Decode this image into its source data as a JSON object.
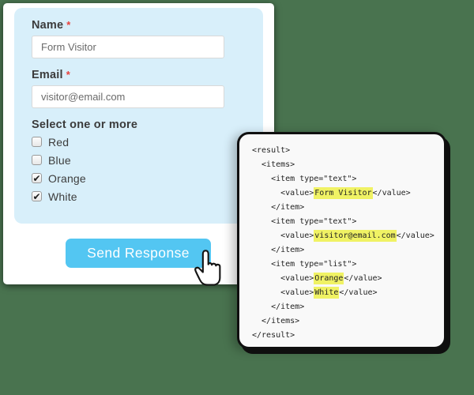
{
  "canvas": {
    "background_color": "#49734f"
  },
  "form": {
    "required_marker": "*",
    "fields": [
      {
        "label": "Name",
        "value": "Form Visitor"
      },
      {
        "label": "Email",
        "value": "visitor@email.com"
      }
    ],
    "checkbox_group": {
      "label": "Select one or more",
      "options": [
        {
          "label": "Red",
          "checked": false
        },
        {
          "label": "Blue",
          "checked": false
        },
        {
          "label": "Orange",
          "checked": true
        },
        {
          "label": "White",
          "checked": true
        }
      ]
    },
    "submit_label": "Send Response",
    "colors": {
      "panel": "#d8effa",
      "button": "#53c6f2",
      "asterisk": "#e8413c"
    }
  },
  "icons": {
    "cursor": "hand-pointer-icon",
    "checkmark": "✔"
  },
  "code_panel": {
    "highlight_color": "#f0f264",
    "lines": [
      {
        "segments": [
          {
            "t": "<result>"
          }
        ]
      },
      {
        "segments": [
          {
            "t": "  <items>"
          }
        ]
      },
      {
        "segments": [
          {
            "t": "    <item type=\"text\">"
          }
        ]
      },
      {
        "segments": [
          {
            "t": "      <value>"
          },
          {
            "t": "Form Visitor",
            "h": true
          },
          {
            "t": "</value>"
          }
        ]
      },
      {
        "segments": [
          {
            "t": "    </item>"
          }
        ]
      },
      {
        "segments": [
          {
            "t": "    <item type=\"text\">"
          }
        ]
      },
      {
        "segments": [
          {
            "t": "      <value>"
          },
          {
            "t": "visitor@email.com",
            "h": true
          },
          {
            "t": "</value>"
          }
        ]
      },
      {
        "segments": [
          {
            "t": "    </item>"
          }
        ]
      },
      {
        "segments": [
          {
            "t": "    <item type=\"list\">"
          }
        ]
      },
      {
        "segments": [
          {
            "t": "      <value>"
          },
          {
            "t": "Orange",
            "h": true
          },
          {
            "t": "</value>"
          }
        ]
      },
      {
        "segments": [
          {
            "t": "      <value>"
          },
          {
            "t": "White",
            "h": true
          },
          {
            "t": "</value>"
          }
        ]
      },
      {
        "segments": [
          {
            "t": "    </item>"
          }
        ]
      },
      {
        "segments": [
          {
            "t": "  </items>"
          }
        ]
      },
      {
        "segments": [
          {
            "t": "</result>"
          }
        ]
      }
    ]
  }
}
